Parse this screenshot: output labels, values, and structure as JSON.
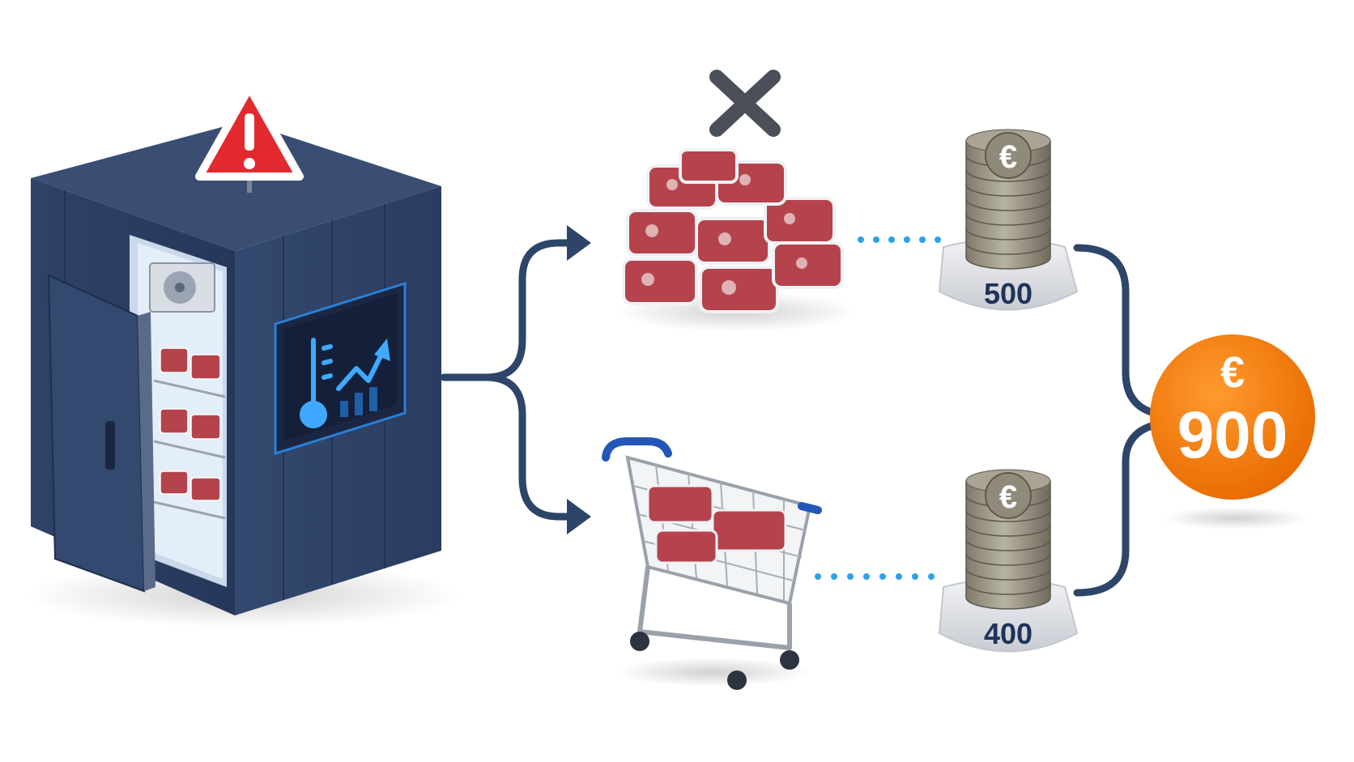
{
  "cost_breakdown": {
    "spoiled_stock": {
      "amount": "500"
    },
    "discounted_sale": {
      "amount": "400"
    }
  },
  "total": {
    "currency_symbol": "€",
    "amount": "900"
  },
  "coin_symbol": "€",
  "icons": [
    "warning-icon",
    "cold-room-icon",
    "thermometer-icon",
    "trend-up-icon",
    "cross-icon",
    "meat-pile-icon",
    "shopping-cart-icon",
    "coin-stack-icon"
  ],
  "colors": {
    "cold_room": "#2c3e63",
    "connector": "#2d4569",
    "dotted_link": "#2aa3e8",
    "warning": "#e3292d",
    "monitor_glow": "#3fa9ff",
    "total_badge": "#f07a10",
    "coin": "#8d8878",
    "meat": "#b5434c"
  }
}
